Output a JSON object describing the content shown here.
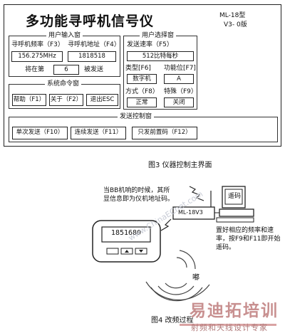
{
  "panel": {
    "title": "多功能寻呼机信号仪",
    "model": "ML-18型",
    "version": "V3- 0版"
  },
  "input": {
    "title": "用户输入窗",
    "freq_label": "寻呼机频率（F3）",
    "addr_label": "寻呼机地址（F4）",
    "freq_value": "156.275MHz",
    "addr_value": "1818518",
    "page_prefix": "将在第",
    "page_value": "6",
    "page_suffix": "被发送"
  },
  "select": {
    "title": "用户选择窗",
    "rate_label": "发送速率（F5）",
    "rate_value": "512比特每秒",
    "type_label": "类型[F6]",
    "func_label": "功能位[F7]",
    "type_value": "数字机",
    "func_value": "A",
    "mode_label": "方式（F8）",
    "special_label": "特殊（F9）",
    "mode_value": "正常",
    "special_value": "关闭"
  },
  "command": {
    "title": "系统命令窗",
    "help": "帮助（F1）",
    "about": "关于（F2）",
    "exit": "退出ESC"
  },
  "send": {
    "title": "发送控制窗",
    "single": "单次发送（F10）",
    "continuous": "连续发送（F11）",
    "previous": "只发前置码（F12）"
  },
  "fig3_caption": "图3 仪器控制主界面",
  "fig4": {
    "note_top": "当BB机响的时候，其所显信息即为仪机地址码。",
    "device_label": "ML-18V3",
    "computer_label": "遥码",
    "note_right": "置好相应的频率和速率，按F9和F11即开始遥码。",
    "pager_display": "1851680",
    "sound": "嘟",
    "watermark": "www.ChinaECnet.com",
    "caption": "图4 改频过程"
  },
  "logo": {
    "name": "易迪拓培训",
    "slogan": "射频和天线设计专家"
  }
}
